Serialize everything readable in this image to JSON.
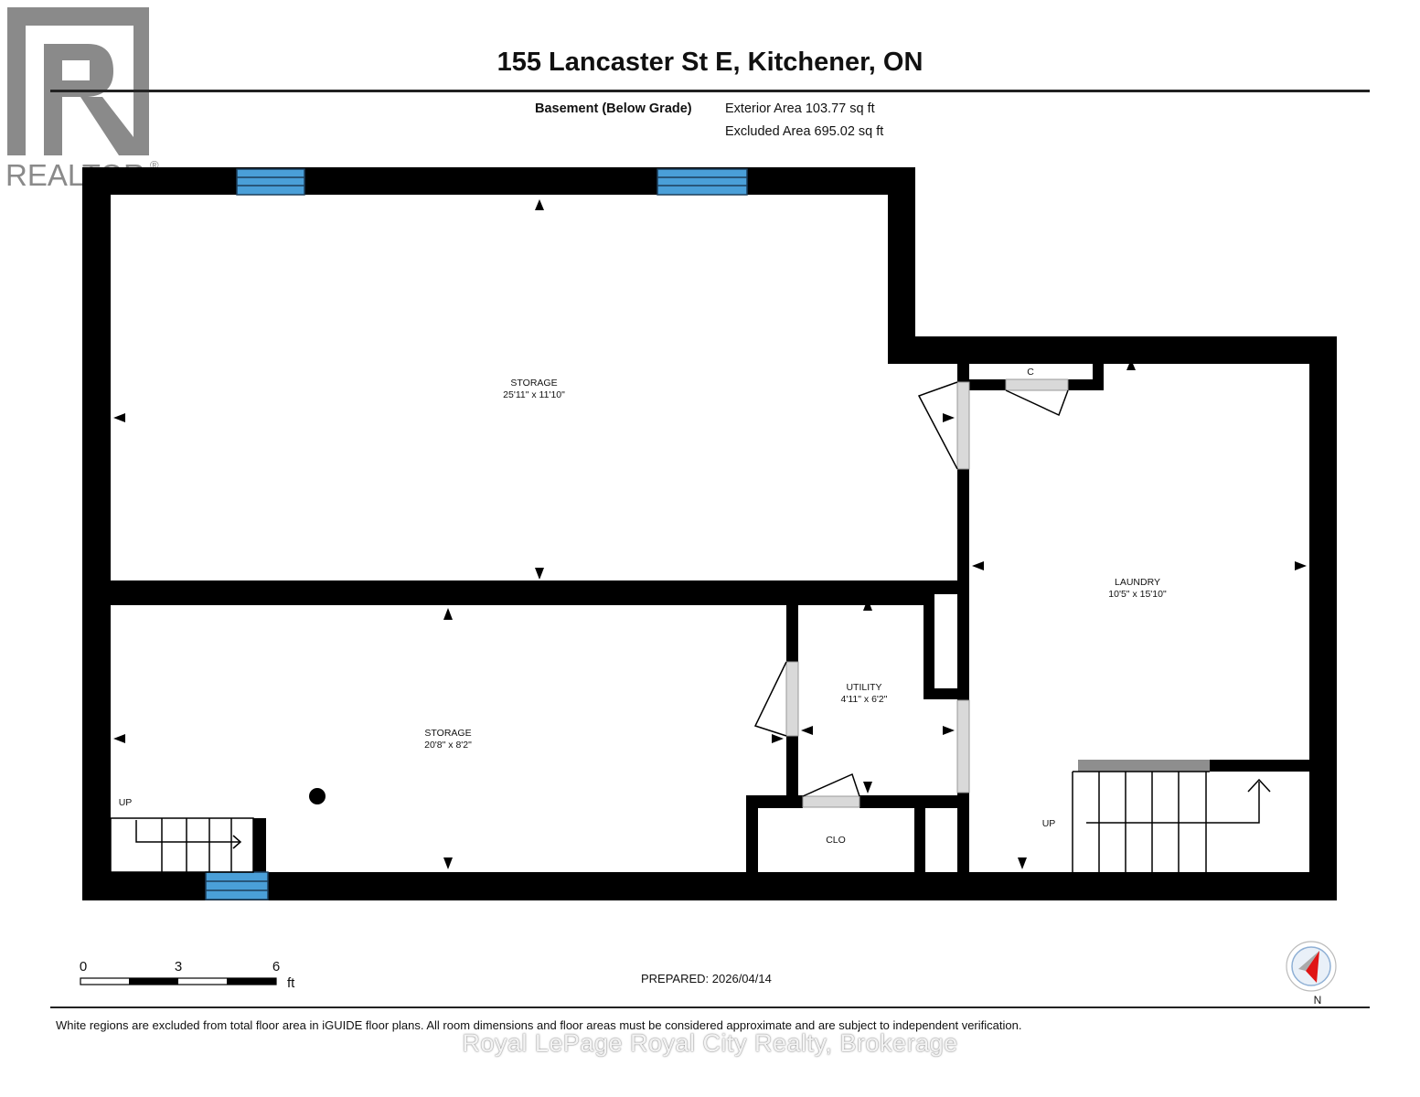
{
  "header": {
    "title": "155 Lancaster St E, Kitchener, ON",
    "floor_label": "Basement (Below Grade)",
    "exterior_area": "Exterior Area 103.77 sq ft",
    "excluded_area": "Excluded Area 695.02 sq ft"
  },
  "logo": {
    "text": "REALTOR",
    "registered": "®",
    "color": "#8a8a8a"
  },
  "rooms": {
    "storage_top": {
      "name": "STORAGE",
      "dims": "25'11\" x 11'10\""
    },
    "storage_bottom": {
      "name": "STORAGE",
      "dims": "20'8\" x 8'2\""
    },
    "utility": {
      "name": "UTILITY",
      "dims": "4'11\" x 6'2\""
    },
    "laundry": {
      "name": "LAUNDRY",
      "dims": "10'5\" x 15'10\""
    },
    "closet_small": {
      "name": "C"
    },
    "closet": {
      "name": "CLO"
    }
  },
  "stairs": {
    "left_label": "UP",
    "right_label": "UP"
  },
  "scale": {
    "labels": [
      "0",
      "3",
      "6"
    ],
    "unit": "ft"
  },
  "compass": {
    "label": "N"
  },
  "prepared": "PREPARED: 2026/04/14",
  "footer_note": "White regions are excluded from total floor area in iGUIDE floor plans. All room dimensions and floor areas must be considered approximate and are subject to independent verification.",
  "watermark": "Royal LePage Royal City Realty, Brokerage",
  "colors": {
    "wall": "#000000",
    "window": "#4a9fd8",
    "door_gap": "#d9d9d9"
  }
}
